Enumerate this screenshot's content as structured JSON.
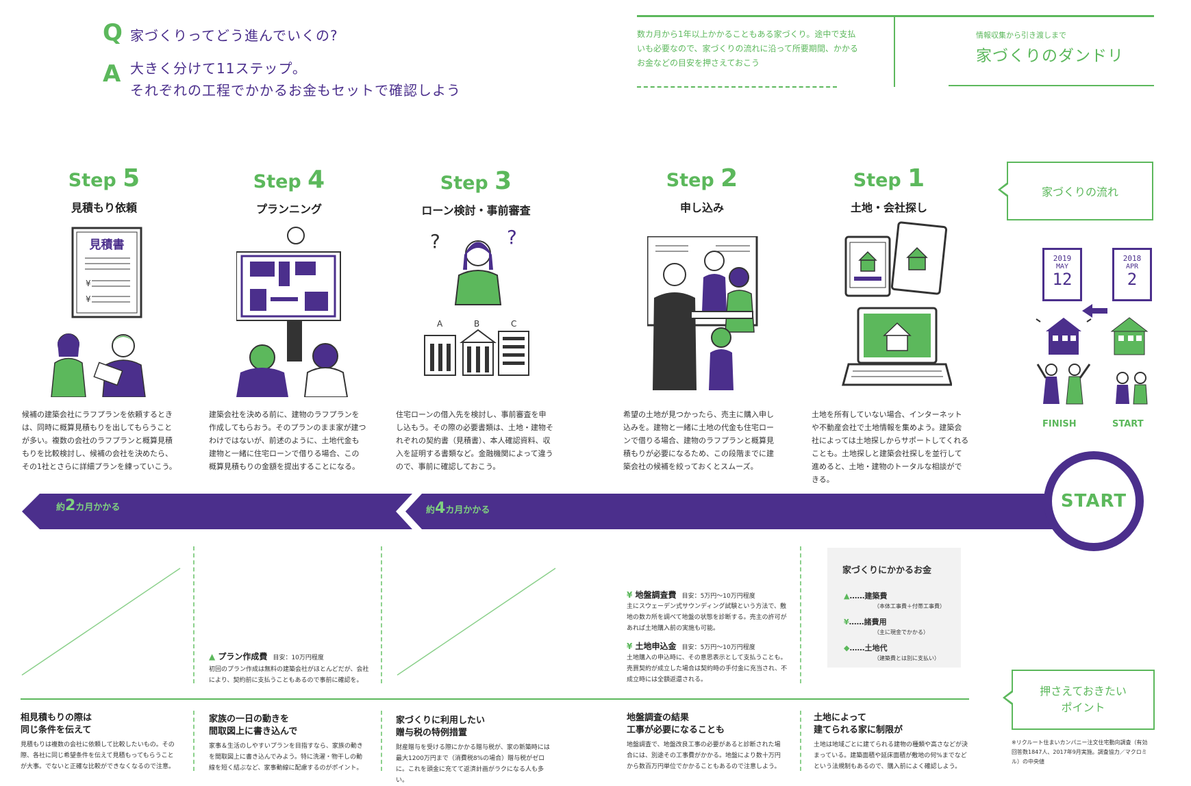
{
  "qa": {
    "q_letter": "Q",
    "question": "家づくりってどう進んでいくの?",
    "a_letter": "A",
    "answer_line1": "大きく分けて11ステップ。",
    "answer_line2": "それぞれの工程でかかるお金もセットで確認しよう"
  },
  "header": {
    "intro": "数カ月から1年以上かかることもある家づくり。途中で支払いも必要なので、家づくりの流れに沿って所要期間、かかるお金などの目安を押さえておこう",
    "sub": "情報収集から引き渡しまで",
    "title": "家づくりのダンドリ"
  },
  "flow_callout": "家づくりの流れ",
  "steps": [
    {
      "prefix": "Step",
      "num": "5",
      "title": "見積もり依頼",
      "desc": "候補の建築会社にラフプランを依頼するときは、同時に概算見積もりを出してもらうことが多い。複数の会社のラフプランと概算見積もりを比較検討し、候補の会社を決めたら、その1社とさらに詳細プランを練っていこう。"
    },
    {
      "prefix": "Step",
      "num": "4",
      "title": "プランニング",
      "desc": "建築会社を決める前に、建物のラフプランを作成してもらおう。そのプランのまま家が建つわけではないが、前述のように、土地代金も建物と一緒に住宅ローンで借りる場合、この概算見積もりの金額を提出することになる。"
    },
    {
      "prefix": "Step",
      "num": "3",
      "title": "ローン検討・事前審査",
      "desc": "住宅ローンの借入先を検討し、事前審査を申し込もう。その際の必要書類は、土地・建物それぞれの契約書（見積書）、本人確認資料、収入を証明する書類など。金融機関によって違うので、事前に確認しておこう。"
    },
    {
      "prefix": "Step",
      "num": "2",
      "title": "申し込み",
      "desc": "希望の土地が見つかったら、売主に購入申し込みを。建物と一緒に土地の代金も住宅ローンで借りる場合、建物のラフプランと概算見積もりが必要になるため、この段階までに建築会社の候補を絞っておくとスムーズ。"
    },
    {
      "prefix": "Step",
      "num": "1",
      "title": "土地・会社探し",
      "desc": "土地を所有していない場合、インターネットや不動産会社で土地情報を集めよう。建築会社によっては土地探しからサポートしてくれることも。土地探しと建築会社探しを並行して進めると、土地・建物のトータルな相談ができる。"
    }
  ],
  "illus": {
    "estimate_doc": "見積書",
    "bank_a": "A",
    "bank_b": "B",
    "bank_c": "C",
    "yen": "¥"
  },
  "timeline": {
    "left_pre": "約",
    "left_num": "2",
    "left_post": "カ月かかる",
    "mid_pre": "約",
    "mid_num": "4",
    "mid_post": "カ月かかる",
    "start": "START"
  },
  "calendar": {
    "a_year": "2019",
    "a_month": "MAY",
    "a_day": "12",
    "b_year": "2018",
    "b_month": "APR",
    "b_day": "2",
    "finish": "FINISH",
    "start": "START"
  },
  "costs": {
    "plan": {
      "name": "プラン作成費",
      "est": "目安：10万円程度",
      "desc": "初回のプラン作成は無料の建築会社がほとんどだが、会社により、契約前に支払うこともあるので事前に確認を。"
    },
    "ground": {
      "name": "地盤調査費",
      "est": "目安：5万円〜10万円程度",
      "desc": "主にスウェーデン式サウンディング試験という方法で、敷地の数カ所を調べて地盤の状態を診断する。売主の許可があれば土地購入前の実施も可能。"
    },
    "deposit": {
      "name": "土地申込金",
      "est": "目安：5万円〜10万円程度",
      "desc": "土地購入の申込時に、その意思表示として支払うことも。売買契約が成立した場合は契約時の手付金に充当され、不成立時には全額返還される。"
    }
  },
  "legend": {
    "title": "家づくりにかかるお金",
    "items": [
      {
        "label": "建築費",
        "sub": "（本体工事費＋付帯工事費）"
      },
      {
        "label": "諸費用",
        "sub": "（主に現金でかかる）"
      },
      {
        "label": "土地代",
        "sub": "（建築費とは別に支払い）"
      }
    ],
    "dots": "……"
  },
  "points_callout": {
    "line1": "押さえておきたい",
    "line2": "ポイント"
  },
  "points": [
    {
      "title1": "相見積もりの際は",
      "title2": "同じ条件を伝えて",
      "desc": "見積もりは複数の会社に依頼して比較したいもの。その際、各社に同じ希望条件を伝えて見積もってもらうことが大事。でないと正確な比較ができなくなるので注意。"
    },
    {
      "title1": "家族の一日の動きを",
      "title2": "間取図上に書き込んで",
      "desc": "家事＆生活のしやすいプランを目指すなら、家族の動きを間取図上に書き込んでみよう。特に洗濯・物干しの動線を短く結ぶなど、家事動線に配慮するのがポイント。"
    },
    {
      "title1": "家づくりに利用したい",
      "title2": "贈与税の特例措置",
      "desc": "財産贈与を受ける際にかかる贈与税が、家の新築時には最大1200万円まで（消費税8%の場合）贈与税がゼロに。これを頭金に充てて返済計画がラクになる人も多い。"
    },
    {
      "title1": "地盤調査の結果",
      "title2": "工事が必要になることも",
      "desc": "地盤調査で、地盤改良工事の必要があると診断された場合には、別途その工事費がかかる。地盤により数十万円から数百万円単位でかかることもあるので注意しよう。"
    },
    {
      "title1": "土地によって",
      "title2": "建てられる家に制限が",
      "desc": "土地は地域ごとに建てられる建物の種類や高さなどが決まっている。建築面積や延床面積が敷地の何%までなどという法規制もあるので、購入前によく確認しよう。"
    }
  ],
  "footnote": "※リクルート住まいカンパニー注文住宅動向調査（有効回答数1847人、2017年9月実施。調査協力／マクロミル）の中央値"
}
